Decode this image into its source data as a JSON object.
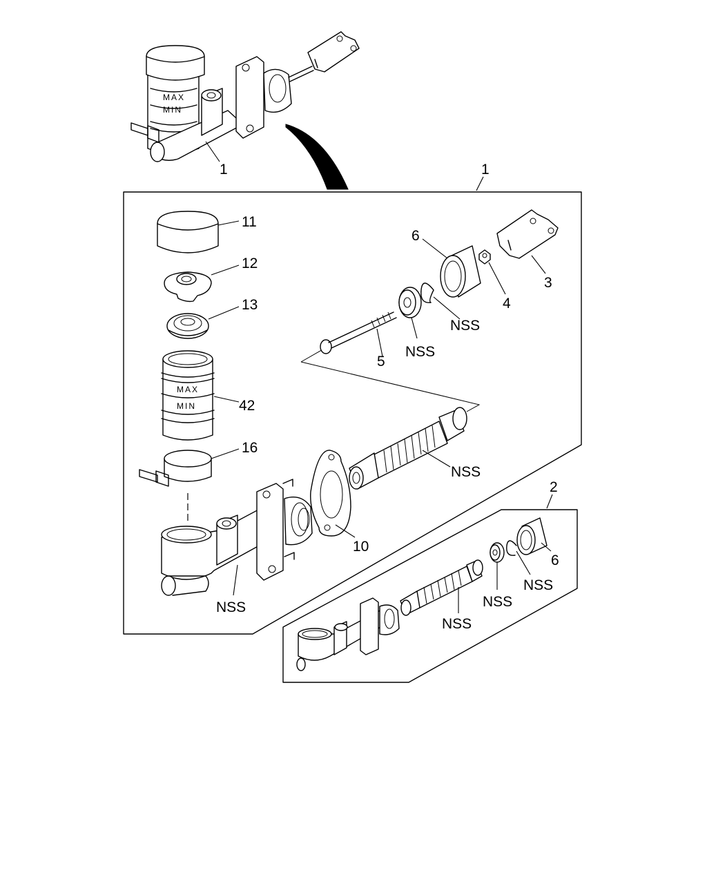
{
  "diagram": {
    "callouts": {
      "top_assembly": "1",
      "kit_frame": "1",
      "cap": "11",
      "diaphragm": "12",
      "plate": "13",
      "reservoir": "42",
      "band": "16",
      "gasket": "10",
      "body_nss": "NSS",
      "spring_nss": "NSS",
      "pushrod": "5",
      "washer_nss": "NSS",
      "ring_nss": "NSS",
      "boot": "6",
      "nut": "4",
      "clevis": "3",
      "kit2_frame": "2",
      "kit2_boot": "6",
      "kit2_ring_nss": "NSS",
      "kit2_washer_nss": "NSS",
      "kit2_spring_nss": "NSS"
    },
    "reservoir_markings": {
      "max": "MAX",
      "min": "MIN"
    }
  }
}
